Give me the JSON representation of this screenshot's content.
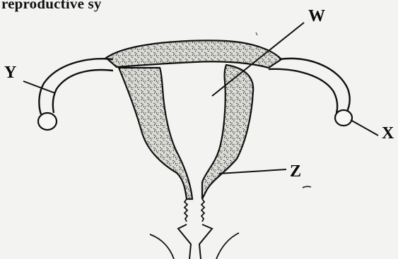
{
  "header": {
    "text": "reproductive sy"
  },
  "labels": {
    "w": "W",
    "x": "X",
    "y": "Y",
    "z": "Z"
  },
  "colors": {
    "ink": "#111111",
    "paper": "#f3f3f1",
    "wall_fill": "#d9d9d4"
  }
}
